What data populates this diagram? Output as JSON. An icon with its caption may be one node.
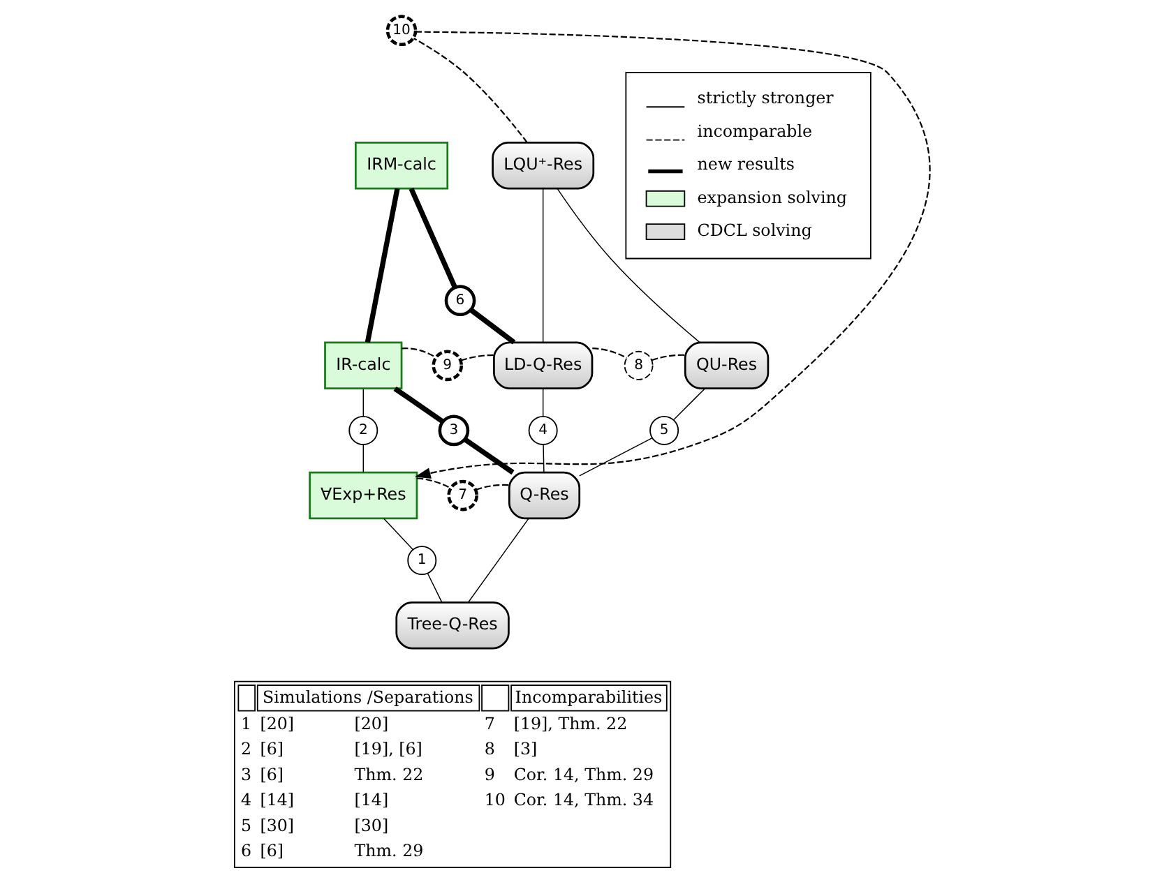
{
  "diagram": {
    "nodes": [
      {
        "text": [
          "IRM-calc"
        ]
      },
      {
        "text": [
          "LQU⁺-Res"
        ]
      },
      {
        "text": [
          "IR-calc"
        ]
      },
      {
        "text": [
          "LD-Q-Res"
        ]
      },
      {
        "text": [
          "QU-Res"
        ]
      },
      {
        "text": [
          "∀Exp+Res"
        ]
      },
      {
        "text": [
          "Q-Res"
        ]
      },
      {
        "text": [
          "Tree-Q-Res"
        ]
      },
      {
        "text": [
          "10"
        ]
      },
      {
        "text": [
          "6"
        ]
      },
      {
        "text": [
          "9"
        ]
      },
      {
        "text": [
          "8"
        ]
      },
      {
        "text": [
          "2"
        ]
      },
      {
        "text": [
          "3"
        ]
      },
      {
        "text": [
          "4"
        ]
      },
      {
        "text": [
          "5"
        ]
      },
      {
        "text": [
          "7"
        ]
      },
      {
        "text": [
          "1"
        ]
      }
    ],
    "edges": [
      {
        "from": 0,
        "to": 2,
        "arrow": "none",
        "style": "thick"
      },
      {
        "from": 0,
        "to": 9,
        "arrow": "none",
        "style": "thick"
      },
      {
        "from": 9,
        "to": 3,
        "arrow": "none",
        "style": "thick"
      },
      {
        "from": 1,
        "to": 3,
        "arrow": "none"
      },
      {
        "from": 1,
        "to": 4,
        "arrow": "none"
      },
      {
        "from": 2,
        "to": 10,
        "arrow": "none",
        "style": "dashed"
      },
      {
        "from": 10,
        "to": 3,
        "arrow": "none",
        "style": "dashed"
      },
      {
        "from": 3,
        "to": 11,
        "arrow": "none",
        "style": "dashed"
      },
      {
        "from": 11,
        "to": 4,
        "arrow": "none",
        "style": "dashed"
      },
      {
        "from": 2,
        "to": 12,
        "arrow": "none"
      },
      {
        "from": 12,
        "to": 5,
        "arrow": "none"
      },
      {
        "from": 2,
        "to": 13,
        "arrow": "none",
        "style": "thick"
      },
      {
        "from": 13,
        "to": 6,
        "arrow": "none",
        "style": "thick"
      },
      {
        "from": 3,
        "to": 14,
        "arrow": "none"
      },
      {
        "from": 14,
        "to": 6,
        "arrow": "none"
      },
      {
        "from": 4,
        "to": 15,
        "arrow": "none"
      },
      {
        "from": 15,
        "to": 6,
        "arrow": "none"
      },
      {
        "from": 5,
        "to": 16,
        "arrow": "none",
        "style": "dashed"
      },
      {
        "from": 16,
        "to": 6,
        "arrow": "none",
        "style": "dashed"
      },
      {
        "from": 5,
        "to": 17,
        "arrow": "none"
      },
      {
        "from": 17,
        "to": 7,
        "arrow": "none"
      },
      {
        "from": 6,
        "to": 7,
        "arrow": "none"
      },
      {
        "from": 1,
        "to": 8,
        "arrow": "none",
        "style": "dashed"
      },
      {
        "from": 8,
        "to": 5,
        "arrow": "to",
        "style": "dashed"
      }
    ],
    "labels": [
      "Simulations /Separations",
      "Incomparabilities",
      "1",
      "[20]",
      "[20]",
      "7",
      "[19], Thm. 22",
      "2",
      "[6]",
      "[19], [6]",
      "8",
      "[3]",
      "3",
      "[6]",
      "Thm. 22",
      "9",
      "Cor. 14, Thm. 29",
      "4",
      "[14]",
      "[14]",
      "10",
      "Cor. 14, Thm. 34",
      "5",
      "[30]",
      "[30]",
      "6",
      "[6]",
      "Thm. 29"
    ],
    "legend": [
      {
        "text": "strictly stronger"
      },
      {
        "text": "incomparable"
      },
      {
        "text": "new results"
      },
      {
        "text": "expansion solving",
        "color": "#d9fbd9"
      },
      {
        "text": "CDCL solving",
        "color": "#dddddd"
      }
    ]
  }
}
